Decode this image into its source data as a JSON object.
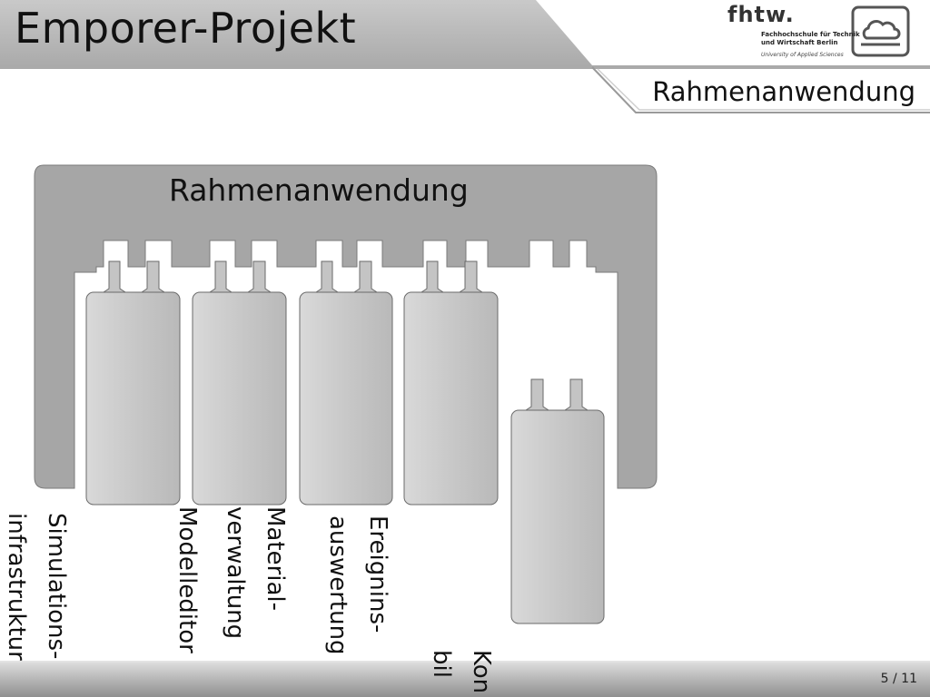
{
  "header": {
    "title": "Emporer-Projekt",
    "subtitle": "Rahmenanwendung",
    "logo": {
      "mark": "fhtw.",
      "name": "Fachhochschule für Technik\nund Wirtschaft Berlin",
      "tagline": "University of Applied Sciences"
    },
    "icon": "cloud-monitor-icon"
  },
  "diagram": {
    "frame_label": "Rahmenanwendung",
    "modules": [
      {
        "label": "Simulations-\ninfrastruktur"
      },
      {
        "label": "Modelleditor"
      },
      {
        "label": "Material-\nverwaltung"
      },
      {
        "label": "Ereignins-\nauswertung"
      },
      {
        "label": "Kon\nbil"
      }
    ]
  },
  "footer": {
    "page": "5 / 11"
  },
  "colors": {
    "frame": "#a6a6a6",
    "module": "#c7c7c7",
    "band": "#a0a0a0"
  }
}
